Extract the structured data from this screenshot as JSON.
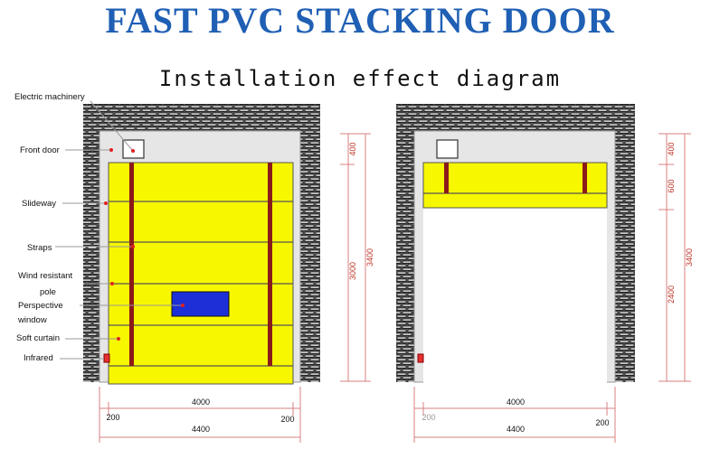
{
  "title": "FAST PVC STACKING DOOR",
  "subtitle": "Installation effect diagram",
  "labels": {
    "electric_machinery": "Electric machinery",
    "front_door": "Front door",
    "slideway": "Slideway",
    "straps": "Straps",
    "wind_resistant": "Wind resistant",
    "pole": "pole",
    "perspective": "Perspective",
    "window": "window",
    "soft_curtain": "Soft curtain",
    "infrared": "Infrared"
  },
  "dimensions_left": {
    "top": "400",
    "curtain": "3000",
    "total": "3400",
    "width": "4000",
    "side_left": "200",
    "side_right": "200",
    "overall": "4400"
  },
  "dimensions_right": {
    "top": "400",
    "stack": "600",
    "opening": "2400",
    "total": "3400",
    "width": "4000",
    "side_left": "200",
    "side_right": "200",
    "overall": "4400"
  },
  "colors": {
    "curtain": "#f7f700",
    "pole": "#8b1a1a",
    "window": "#1d2fd6",
    "frame": "#e6e6e6",
    "brick": "#333333",
    "dimension": "#d98080",
    "title": "#1f5fb4"
  }
}
